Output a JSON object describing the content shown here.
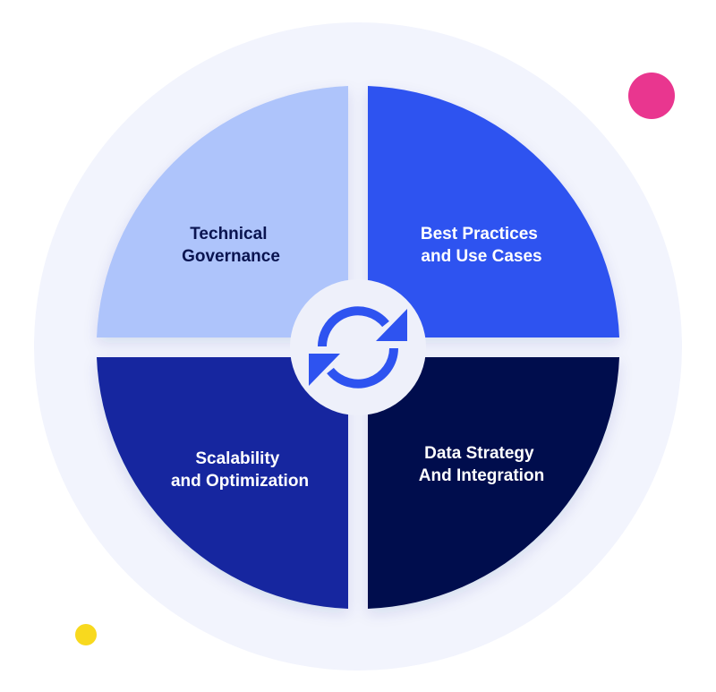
{
  "diagram": {
    "segments": {
      "top_left": {
        "line1": "Technical",
        "line2": "Governance",
        "fill": "#aec4fb",
        "text_color": "#0a1450"
      },
      "top_right": {
        "line1": "Best Practices",
        "line2": "and Use Cases",
        "fill": "#2e53f0",
        "text_color": "#ffffff"
      },
      "bottom_left": {
        "line1": "Scalability",
        "line2": "and Optimization",
        "fill": "#13259f",
        "text_color": "#ffffff"
      },
      "bottom_right": {
        "line1": "Data Strategy",
        "line2": "And Integration",
        "fill": "#040c4e",
        "text_color": "#ffffff"
      }
    },
    "center_icon": "refresh-cycle-icon",
    "colors": {
      "background_circle": "#f2f4fd",
      "center_circle": "#eef0fa",
      "icon": "#2e53f0",
      "dot_pink": "#e9368f",
      "dot_yellow": "#f8d91e"
    }
  }
}
